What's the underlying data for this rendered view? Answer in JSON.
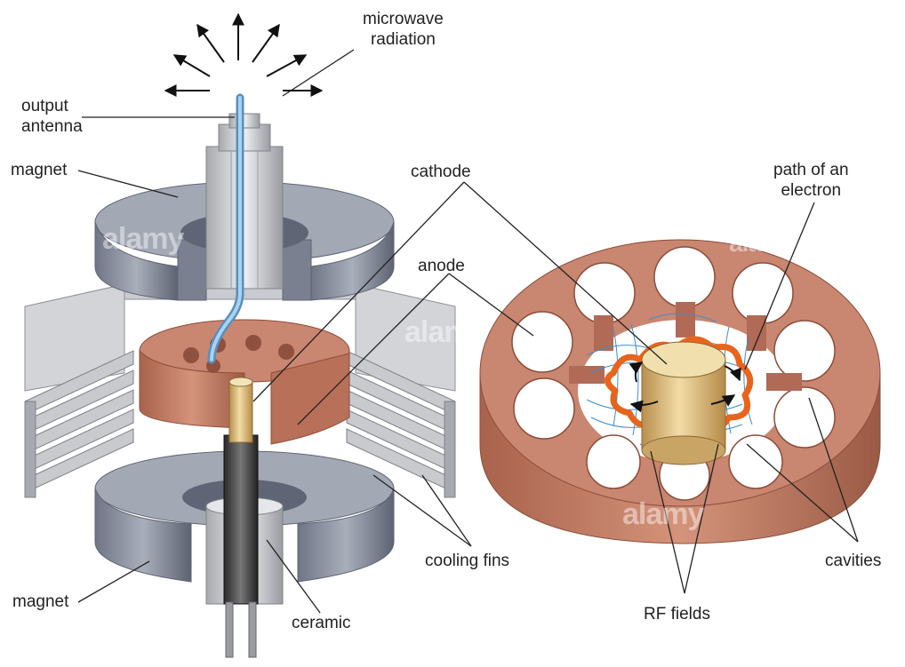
{
  "labels": {
    "microwave_radiation": "microwave\nradiation",
    "output_antenna": "output\nantenna",
    "magnet_top": "magnet",
    "magnet_bottom": "magnet",
    "cathode": "cathode",
    "anode": "anode",
    "path_of_electron": "path of an\nelectron",
    "cooling_fins": "cooling fins",
    "ceramic": "ceramic",
    "rf_fields": "RF fields",
    "cavities": "cavities"
  },
  "watermark": "alamy",
  "colors": {
    "magnet": "#8d93a3",
    "magnet_dark": "#5d6372",
    "fin": "#c4c6cb",
    "copper": "#c8826a",
    "copper_dark": "#9b5a45",
    "cathode_gold": "#d9b97a",
    "electron_path": "#e8641c",
    "rf_field": "#3a8fd0",
    "antenna": "#7fb6de"
  }
}
